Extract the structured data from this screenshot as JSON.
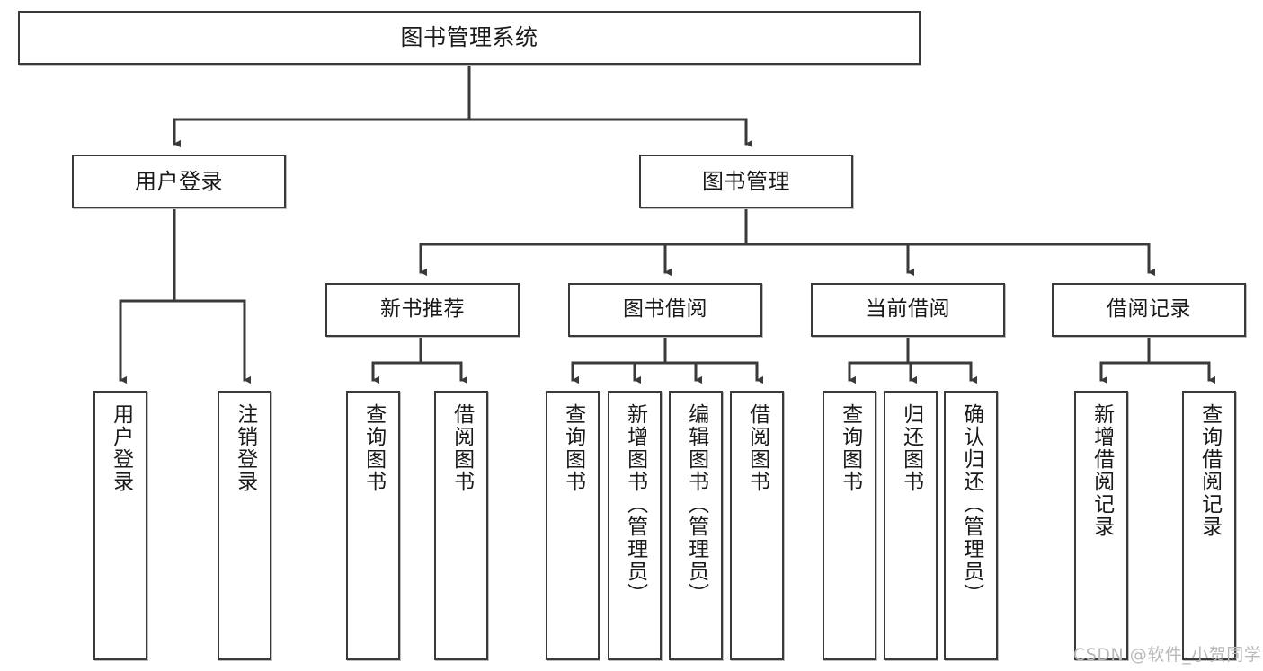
{
  "diagram": {
    "title": "图书管理系统",
    "type": "tree-hierarchy-chart",
    "watermark": "CSDN @软件_小贺同学",
    "colors": {
      "stroke": "#3a3a3a",
      "box_fill": "#ffffff",
      "text": "#1a1a1a",
      "watermark": "#b9b9b9",
      "background": "#ffffff"
    },
    "root": {
      "label": "图书管理系统"
    },
    "tier_two": [
      {
        "label": "用户登录"
      },
      {
        "label": "图书管理"
      }
    ],
    "tier_three": [
      {
        "label": "新书推荐"
      },
      {
        "label": "图书借阅"
      },
      {
        "label": "当前借阅"
      },
      {
        "label": "借阅记录"
      }
    ],
    "leaves": {
      "user_login": [
        {
          "label": "用户登录"
        },
        {
          "label": "注销登录"
        }
      ],
      "new_book_recommend": [
        {
          "label": "查询图书"
        },
        {
          "label": "借阅图书"
        }
      ],
      "book_borrow": [
        {
          "label": "查询图书"
        },
        {
          "label": "新增图书（管理员）"
        },
        {
          "label": "编辑图书（管理员）"
        },
        {
          "label": "借阅图书"
        }
      ],
      "current_borrow": [
        {
          "label": "查询图书"
        },
        {
          "label": "归还图书"
        },
        {
          "label": "确认归还（管理员）"
        }
      ],
      "borrow_record": [
        {
          "label": "新增借阅记录"
        },
        {
          "label": "查询借阅记录"
        }
      ]
    }
  }
}
